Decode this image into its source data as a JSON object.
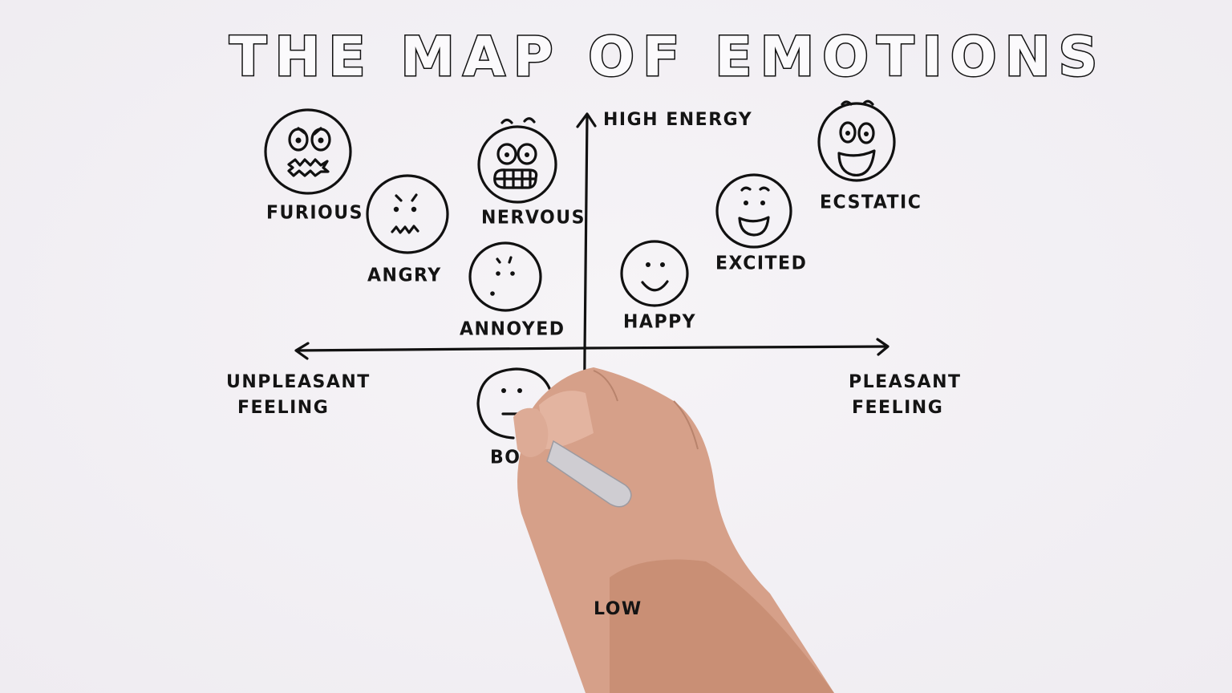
{
  "title": "THE MAP OF EMOTIONS",
  "axes": {
    "y_top": "HIGH ENERGY",
    "y_bottom": "LOW",
    "x_left_line1": "UNPLEASANT",
    "x_left_line2": "FEELING",
    "x_right_line1": "PLEASANT",
    "x_right_line2": "FEELING"
  },
  "emotions": [
    {
      "label": "FURIOUS",
      "quadrant": "unpleasant-high-energy"
    },
    {
      "label": "ANGRY",
      "quadrant": "unpleasant-high-energy"
    },
    {
      "label": "NERVOUS",
      "quadrant": "unpleasant-high-energy"
    },
    {
      "label": "ANNOYED",
      "quadrant": "unpleasant-high-energy"
    },
    {
      "label": "HAPPY",
      "quadrant": "pleasant-high-energy"
    },
    {
      "label": "EXCITED",
      "quadrant": "pleasant-high-energy"
    },
    {
      "label": "ECSTATIC",
      "quadrant": "pleasant-high-energy"
    },
    {
      "label": "BO",
      "quadrant": "unpleasant-low-energy"
    }
  ],
  "colors": {
    "ink": "#111111",
    "board": "#f2eff4",
    "skin": "#d9a58e",
    "marker": "#c9c7cc"
  }
}
